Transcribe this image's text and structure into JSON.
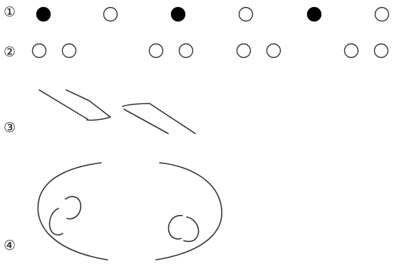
{
  "rows": [
    {
      "label": "①"
    },
    {
      "label": "②"
    },
    {
      "label": "③"
    },
    {
      "label": "④"
    }
  ],
  "colors": {
    "stroke": "#333333",
    "filled": "#000000",
    "hollow": "#ffffff"
  },
  "row1": {
    "dots": [
      "filled",
      "hollow",
      "filled",
      "hollow",
      "filled",
      "hollow"
    ]
  },
  "row2": {
    "pairs": 4,
    "dots_per_pair": 2,
    "style": "hollow"
  },
  "row3": {
    "shapes": [
      "slanted-parallel-lines-left",
      "slanted-parallel-lines-right"
    ]
  },
  "row4": {
    "shapes": [
      "left-arc",
      "left-small-circle",
      "right-arc",
      "right-small-circle"
    ]
  }
}
